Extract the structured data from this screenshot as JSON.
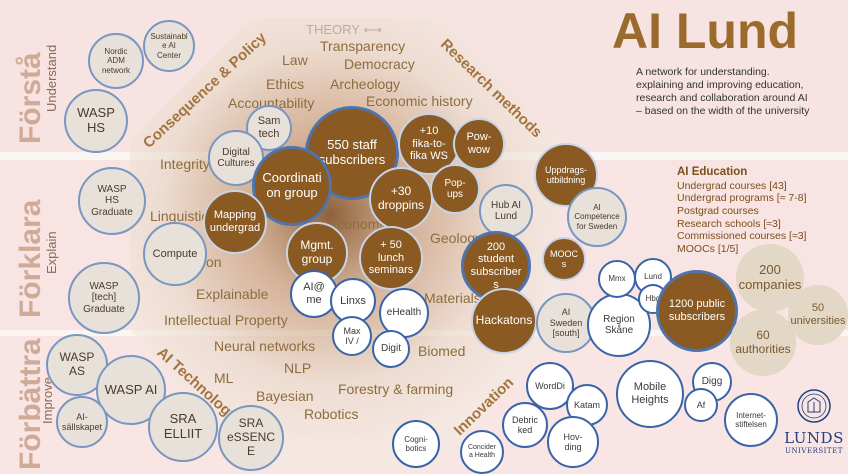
{
  "title": "AI Lund",
  "description": [
    "A  network for understanding.",
    "explaining and improving education,",
    "research and collaboration around AI",
    "– based on the width of the university"
  ],
  "theory_label": "THEORY",
  "bands": {
    "forsta": {
      "main": "Förstå",
      "sub": "Understand"
    },
    "forklara": {
      "main": "Förklara",
      "sub": "Explain"
    },
    "forbattra": {
      "main": "Förbättra",
      "sub": "Improve"
    }
  },
  "octagon_labels": {
    "consequence": "Consequence & Policy",
    "research": "Research methods",
    "technology": "AI Technology",
    "innovation": "Innovation"
  },
  "words": {
    "law": "Law",
    "transparency": "Transparency",
    "democracy": "Democracy",
    "ethics": "Ethics",
    "archeology": "Archeology",
    "accountability": "Accountability",
    "economic_history": "Economic history",
    "integrity": "Integrity",
    "linguistics": "Linguistics",
    "economics": "Economics",
    "geology": "Geology",
    "explainable": "Explainable",
    "materials": "Materials",
    "ip": "Intellectual Property",
    "neural": "Neural networks",
    "nlp": "NLP",
    "ml": "ML",
    "biomed": "Biomed",
    "bayesian": "Bayesian",
    "forestry": "Forestry & farming",
    "robotics": "Robotics",
    "on": "on"
  },
  "circles": {
    "nordic_adm": "Nordic\nADM\nnetwork",
    "sustainable": "Sustainabl\ne AI Center",
    "wasp_hs": "WASP\nHS",
    "wasp_hs_grad": "WASP\nHS\nGraduate",
    "compute": "Compute",
    "wasp_tech_grad": "WASP\n[tech]\nGraduate",
    "wasp_as": "WASP\nAS",
    "wasp_ai": "WASP AI",
    "ai_sallskapet": "AI-\nsällskapet",
    "sra_elliit": "SRA\nELLIIT",
    "sra_essence": "SRA\neSSENC\nE",
    "sam_tech": "Sam\ntech",
    "digital_cultures": "Digital\nCultures",
    "staff": "550 staff\nsubscribers",
    "fika": "+10\nfika-to-\nfika WS",
    "powwow": "Pow-\nwow",
    "coordination": "Coordinati\non group",
    "popups": "Pop-\nups",
    "droppins": "+30\ndroppins",
    "mapping": "Mapping\nundergrad",
    "mgmt": "Mgmt.\ngroup",
    "lunch": "+ 50\nlunch\nseminars",
    "ai_at_me": "AI@\nme",
    "linxs": "Linxs",
    "ehealth": "eHealth",
    "max_iv": "Max\nIV /",
    "digit": "Digit",
    "uppdrag": "Uppdrags-\nutbildning",
    "hub": "Hub AI\nLund",
    "ai_comp": "AI\nCompetence\nfor Sweden",
    "student": "200\nstudent\nsubscriber\ns",
    "moocs": "MOOC\ns",
    "hackatons": "Hackatons",
    "ai_sweden": "AI\nSweden\n[south]",
    "region": "Region\nSkåne",
    "mmx": "Mmx",
    "lund": "Lund",
    "hbg": "Hbg",
    "public": "1200 public\nsubscribers",
    "companies": "200\ncompanies",
    "universities": "50\nuniversities",
    "authorities": "60\nauthorities",
    "wordi": "WordDi",
    "katam": "Katam",
    "debricked": "Debric\nked",
    "hovding": "Hov-\nding",
    "cognibotics": "Cogni-\nbotics",
    "concider": "Concider\na Health",
    "mobile": "Mobile\nHeights",
    "digg": "Digg",
    "af": "Af",
    "internet": "Internet-\nstiftelsen"
  },
  "education": {
    "heading": "AI Education",
    "lines": [
      "Undergrad courses [43]",
      "Undergrad programs [≈ 7-8]",
      "Postgrad courses",
      "Research schools [≈3]",
      "Commissioned courses [≈3]",
      "MOOCs [1/5]"
    ]
  },
  "logo": {
    "name": "LUNDS",
    "sub": "UNIVERSITET"
  }
}
